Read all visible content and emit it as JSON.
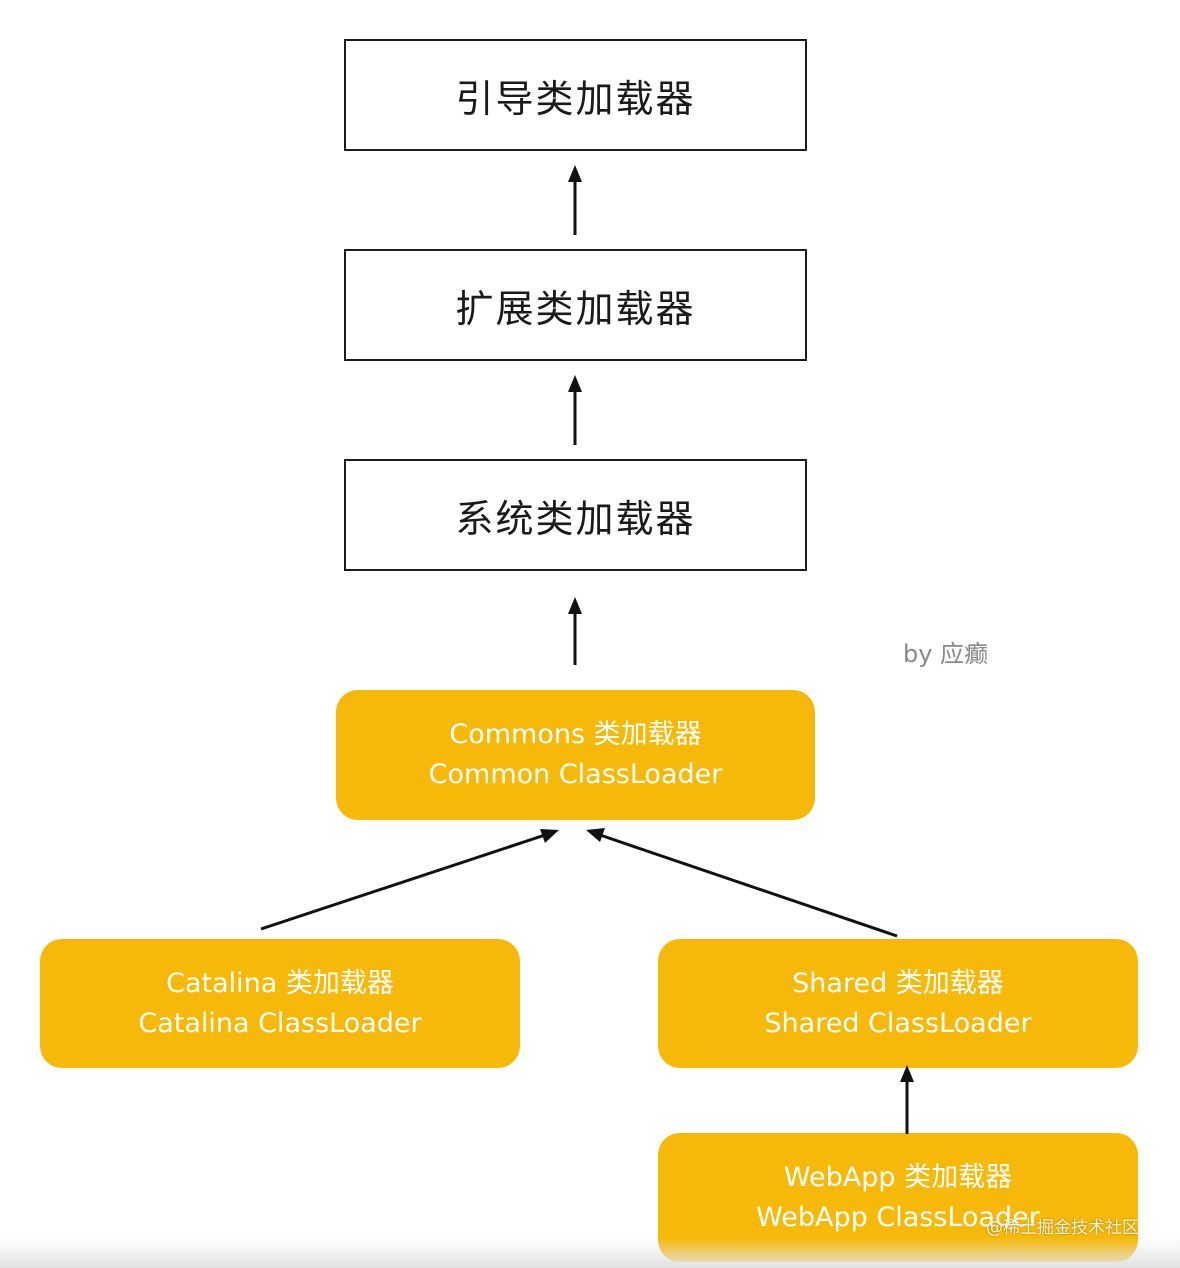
{
  "diagram": {
    "bootstrap_loader": "引导类加载器",
    "extension_loader": "扩展类加载器",
    "system_loader": "系统类加载器",
    "common_loader": {
      "line1": "Commons 类加载器",
      "line2": "Common ClassLoader"
    },
    "catalina_loader": {
      "line1": "Catalina 类加载器",
      "line2": "Catalina ClassLoader"
    },
    "shared_loader": {
      "line1": "Shared 类加载器",
      "line2": "Shared ClassLoader"
    },
    "webapp_loader": {
      "line1": "WebApp 类加载器",
      "line2": "WebApp ClassLoader"
    },
    "author": "by 应癫",
    "watermark": "@稀土掘金技术社区"
  },
  "colors": {
    "outline": "#1a1a1a",
    "yellow": "#f6b90a",
    "yellow_text": "#ffffff",
    "author_text": "#8a8a8a"
  }
}
